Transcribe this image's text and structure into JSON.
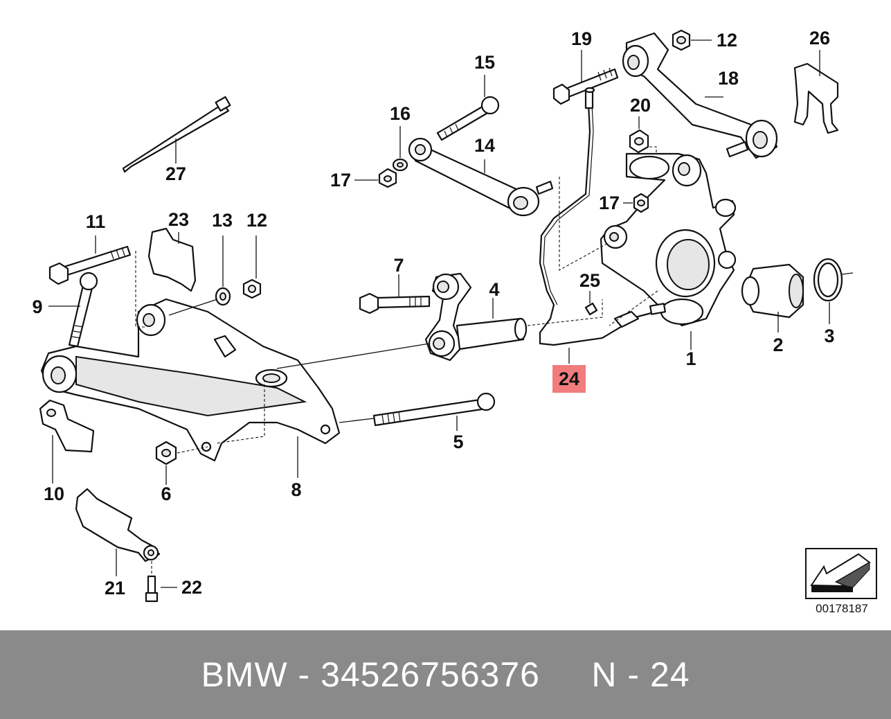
{
  "diagram": {
    "callouts": {
      "c1": "1",
      "c2": "2",
      "c3": "3",
      "c4": "4",
      "c5": "5",
      "c6": "6",
      "c7": "7",
      "c8": "8",
      "c9": "9",
      "c10": "10",
      "c11": "11",
      "c12a": "12",
      "c12b": "12",
      "c13": "13",
      "c14": "14",
      "c15": "15",
      "c16": "16",
      "c17a": "17",
      "c17b": "17",
      "c18": "18",
      "c19": "19",
      "c20": "20",
      "c21": "21",
      "c22": "22",
      "c23": "23",
      "c24": "24",
      "c25": "25",
      "c26": "26",
      "c27": "27"
    },
    "highlighted_part": "24",
    "highlight_color": "#f07c7c",
    "drawing_code": "00178187"
  },
  "footer": {
    "text": "BMW - 34526756376     N - 24",
    "background": "#8a8a8a",
    "text_color": "#ffffff"
  }
}
